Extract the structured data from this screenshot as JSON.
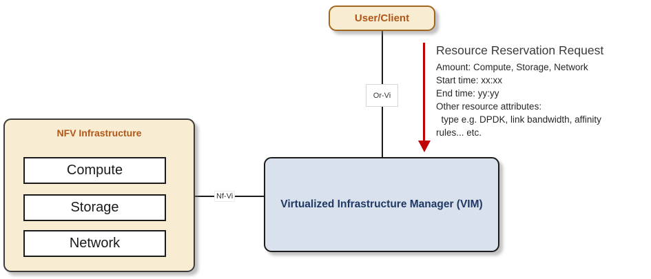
{
  "colors": {
    "cream_fill": "#f8ecd2",
    "cream_border": "#a0661f",
    "accent_text": "#b05617",
    "dark_border": "#3b3b3b",
    "vim_fill": "#d9e2ec",
    "vim_text": "#1f3864",
    "arrow_red": "#c00000",
    "line_black": "#1a1a1a"
  },
  "nodes": {
    "user_client": {
      "label": "User/Client"
    },
    "nfv_infrastructure": {
      "title": "NFV Infrastructure",
      "components": [
        "Compute",
        "Storage",
        "Network"
      ]
    },
    "vim": {
      "label": "Virtualized Infrastructure Manager (VIM)"
    }
  },
  "connectors": {
    "or_vi_label": "Or-Vi",
    "nf_vi_label": "Nf-Vi"
  },
  "annotation": {
    "title": "Resource Reservation Request",
    "lines": [
      "Amount: Compute, Storage, Network",
      "Start time: xx:xx",
      "End time: yy:yy",
      "Other resource attributes:",
      "  type e.g. DPDK, link bandwidth, affinity",
      "rules... etc."
    ]
  }
}
